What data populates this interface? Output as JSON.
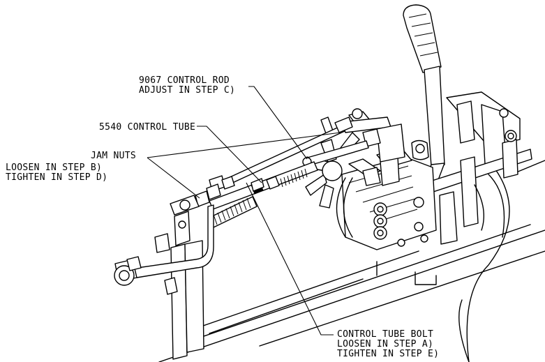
{
  "callouts": {
    "control_rod": {
      "line1": "9067 CONTROL ROD",
      "line2": "ADJUST IN STEP C)"
    },
    "control_tube": {
      "line1": "5540 CONTROL TUBE"
    },
    "jam_nuts": {
      "line1": "JAM NUTS",
      "line2": "LOOSEN IN STEP B)",
      "line3": "TIGHTEN IN STEP D)"
    },
    "control_tube_bolt": {
      "line1": "CONTROL TUBE BOLT",
      "line2": "LOOSEN IN STEP A)",
      "line3": "TIGHTEN IN STEP E)"
    }
  }
}
